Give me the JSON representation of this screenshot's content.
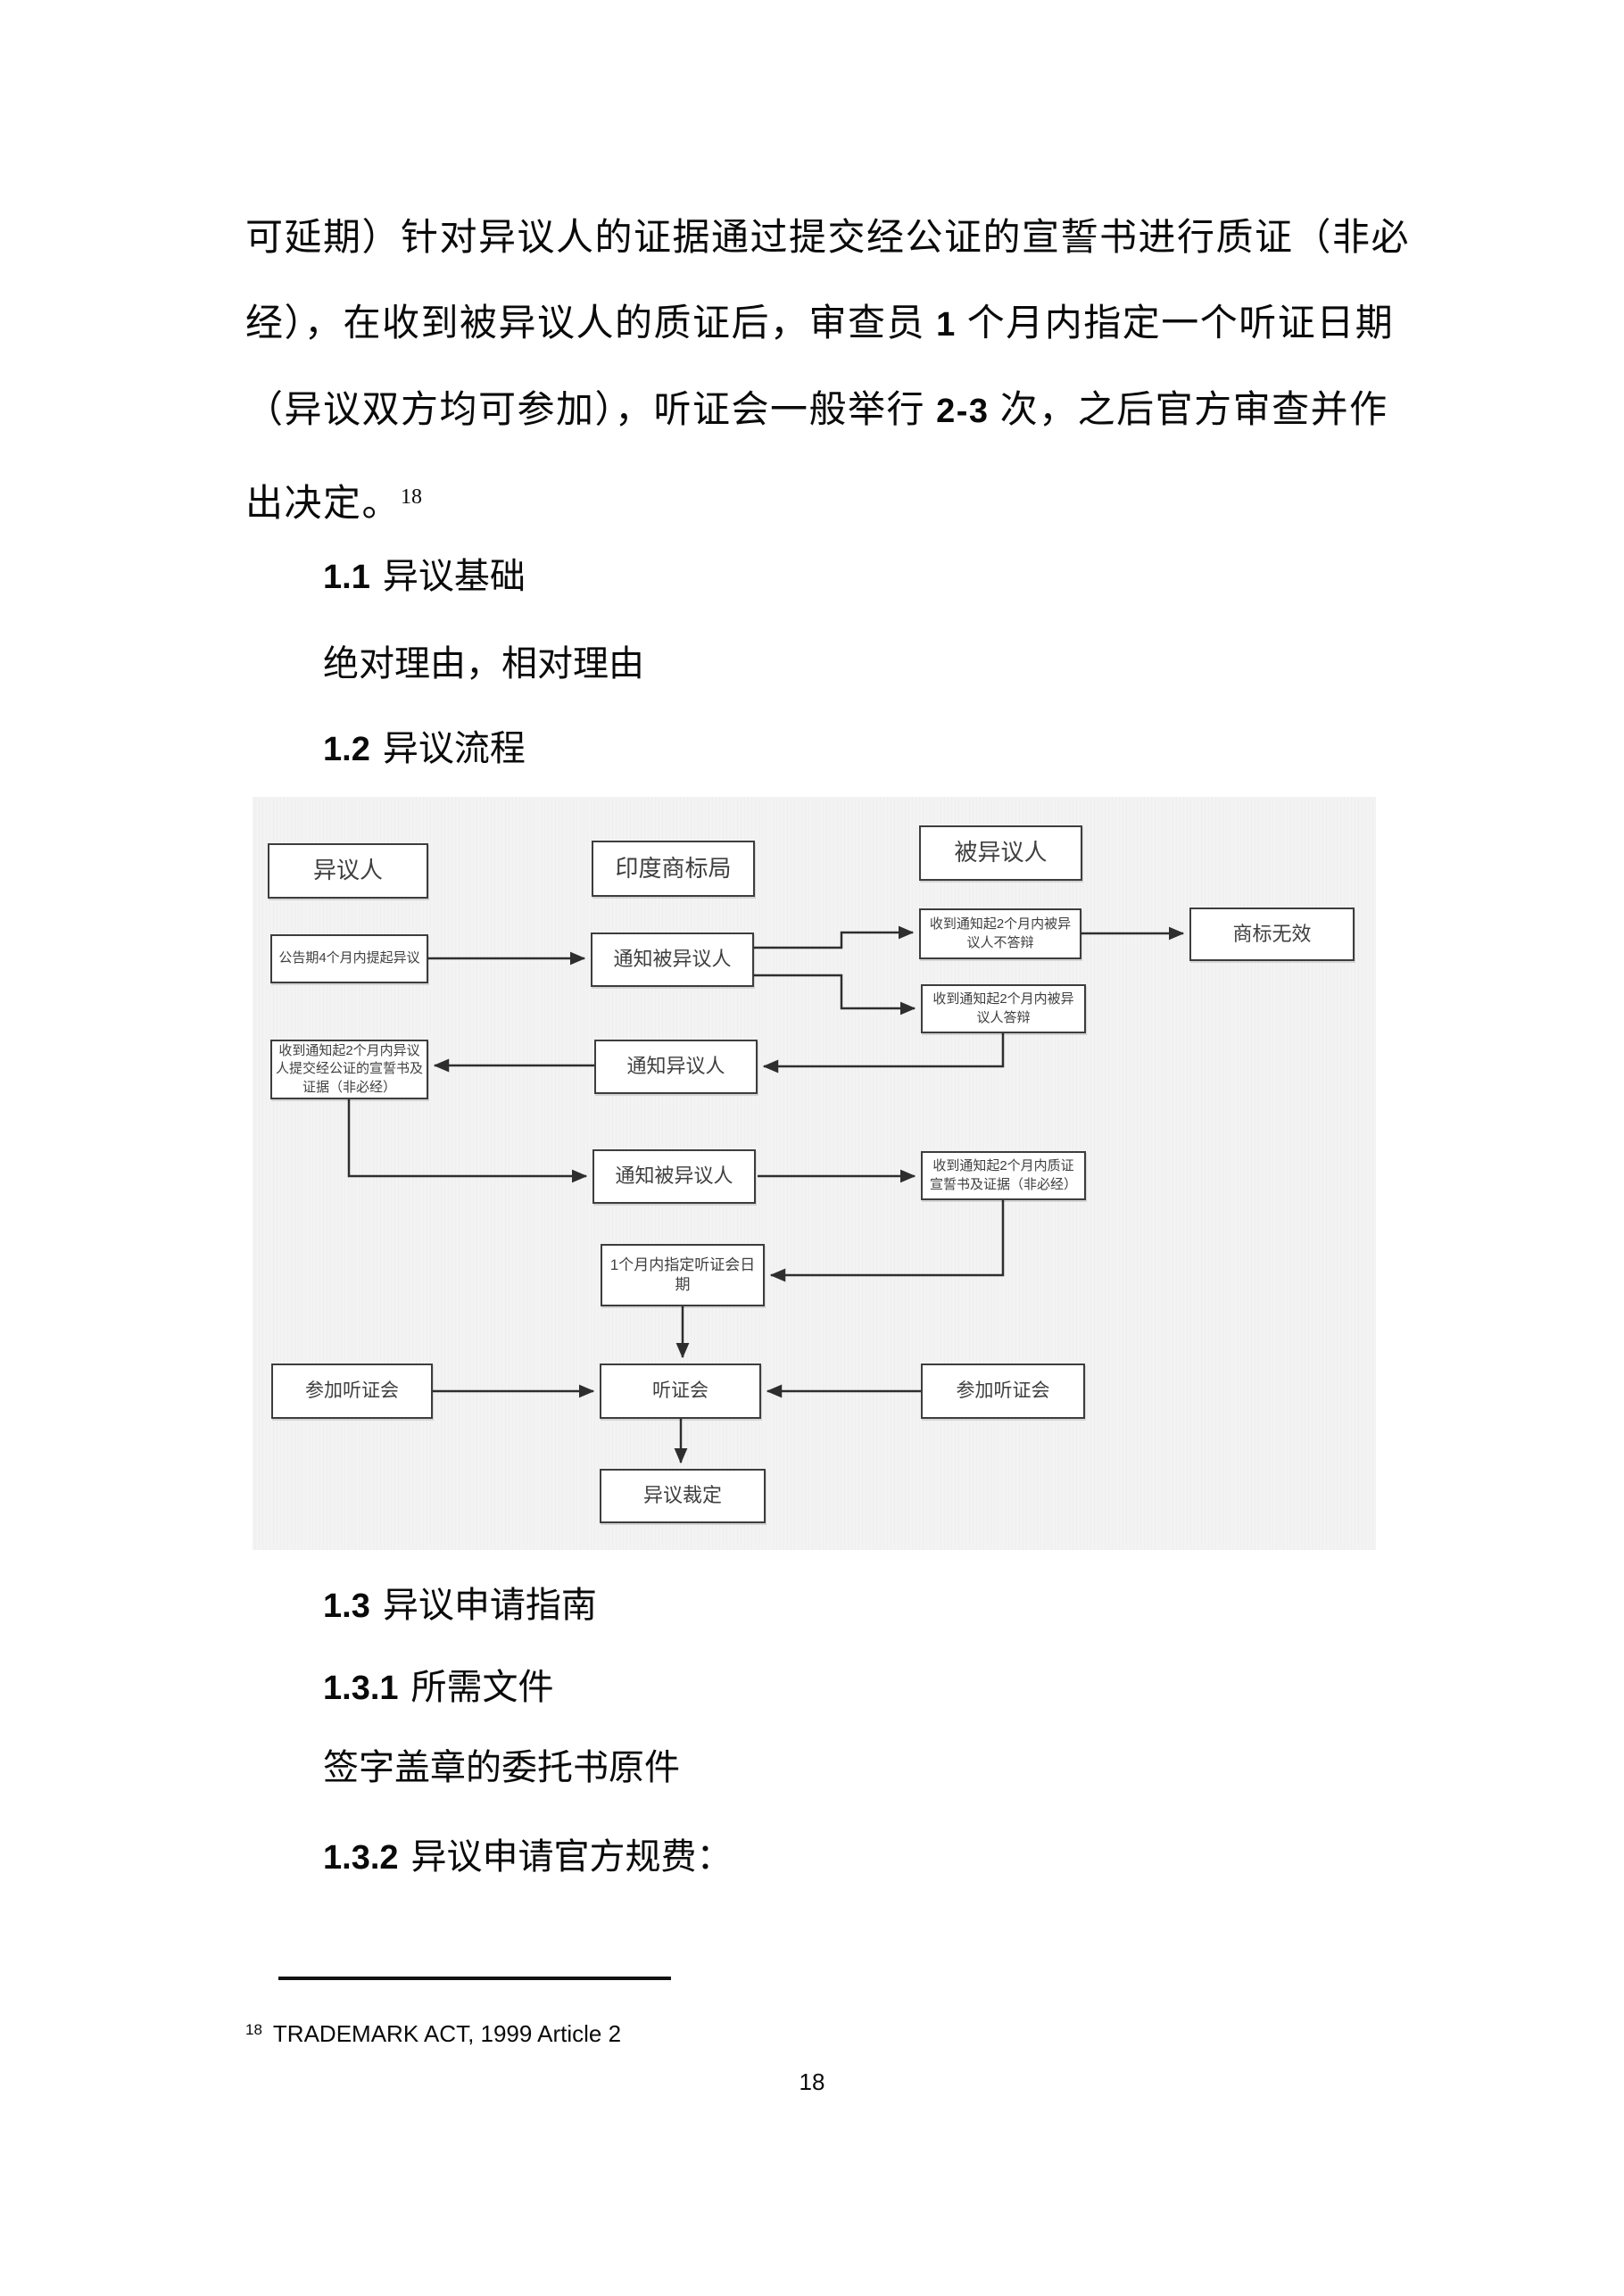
{
  "paragraph": {
    "line1": "可延期）针对异议人的证据通过提交经公证的宣誓书进行质证（非必",
    "line2": {
      "pre": "经），在收到被异议人的质证后，审查员",
      "num": " 1 ",
      "post": "个月内指定一个听证日期"
    },
    "line3": {
      "pre": "（异议双方均可参加），听证会一般举行",
      "num": " 2-3 ",
      "post": "次，之后官方审查并作"
    },
    "line4": {
      "text": "出决定。",
      "footnote_ref": "18"
    }
  },
  "headings": {
    "h11": {
      "num": "1.1",
      "text": "异议基础"
    },
    "subline1": "绝对理由，相对理由",
    "h12": {
      "num": "1.2",
      "text": "异议流程"
    },
    "h13": {
      "num": "1.3",
      "text": "异议申请指南"
    },
    "h131": {
      "num": "1.3.1",
      "text": "所需文件"
    },
    "subline2": "签字盖章的委托书原件",
    "h132": {
      "num": "1.3.2",
      "text": "异议申请官方规费："
    }
  },
  "flowchart": {
    "colors": {
      "panel_bg": "#f1f1f1",
      "box_border": "#3d3d3d",
      "box_text": "#3f3f3f",
      "arrow": "#2e2e2e"
    },
    "nodes": {
      "opponent": "异议人",
      "office": "印度商标局",
      "opposed": "被异议人",
      "announce": "公告期4个月内提起异议",
      "notify_opposed_1": "通知被异议人",
      "no_defense": "收到通知起2个月内被异议人不答辩",
      "invalid": "商标无效",
      "defense": "收到通知起2个月内被异议人答辩",
      "opponent_affidavit": "收到通知起2个月内异议人提交经公证的宣誓书及证据（非必经）",
      "notify_opponent": "通知异议人",
      "notify_opposed_2": "通知被异议人",
      "cross_affidavit": "收到通知起2个月内质证宣誓书及证据（非必经）",
      "set_hearing": "1个月内指定听证会日期",
      "attend_left": "参加听证会",
      "hearing": "听证会",
      "attend_right": "参加听证会",
      "ruling": "异议裁定"
    }
  },
  "footnote": {
    "ref": "18",
    "text": "TRADEMARK ACT, 1999 Article 2"
  },
  "page": {
    "number": "18"
  }
}
